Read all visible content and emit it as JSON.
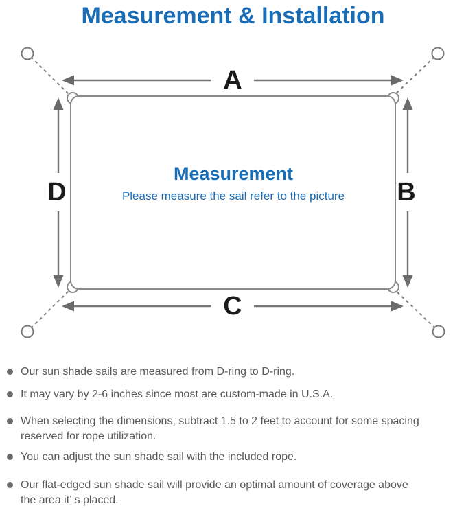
{
  "title": "Measurement & Installation",
  "diagram": {
    "side_labels": {
      "top": "A",
      "right": "B",
      "bottom": "C",
      "left": "D"
    },
    "center_heading": "Measurement",
    "center_subheading": "Please measure the sail refer to the picture"
  },
  "bullets": [
    {
      "lines": [
        "Our sun shade sails are measured from D-ring to D-ring."
      ]
    },
    {
      "lines": [
        "It may vary by 2-6 inches since most are custom-made in U.S.A."
      ]
    },
    {
      "lines": [
        "When selecting the dimensions, subtract 1.5 to 2 feet to account for some spacing",
        "reserved for rope utilization."
      ]
    },
    {
      "lines": [
        "You can adjust the sun shade sail with the included rope."
      ]
    },
    {
      "lines": [
        "Our flat-edged sun shade sail will provide an optimal amount of coverage above",
        "the area it’ s placed."
      ]
    }
  ],
  "colors": {
    "accent_blue": "#1a6cb5",
    "diagram_line_gray": "#7d7d7d",
    "outline_gray": "#8a8a8a",
    "body_text_gray": "#595959",
    "label_black": "#1a1a1a"
  }
}
